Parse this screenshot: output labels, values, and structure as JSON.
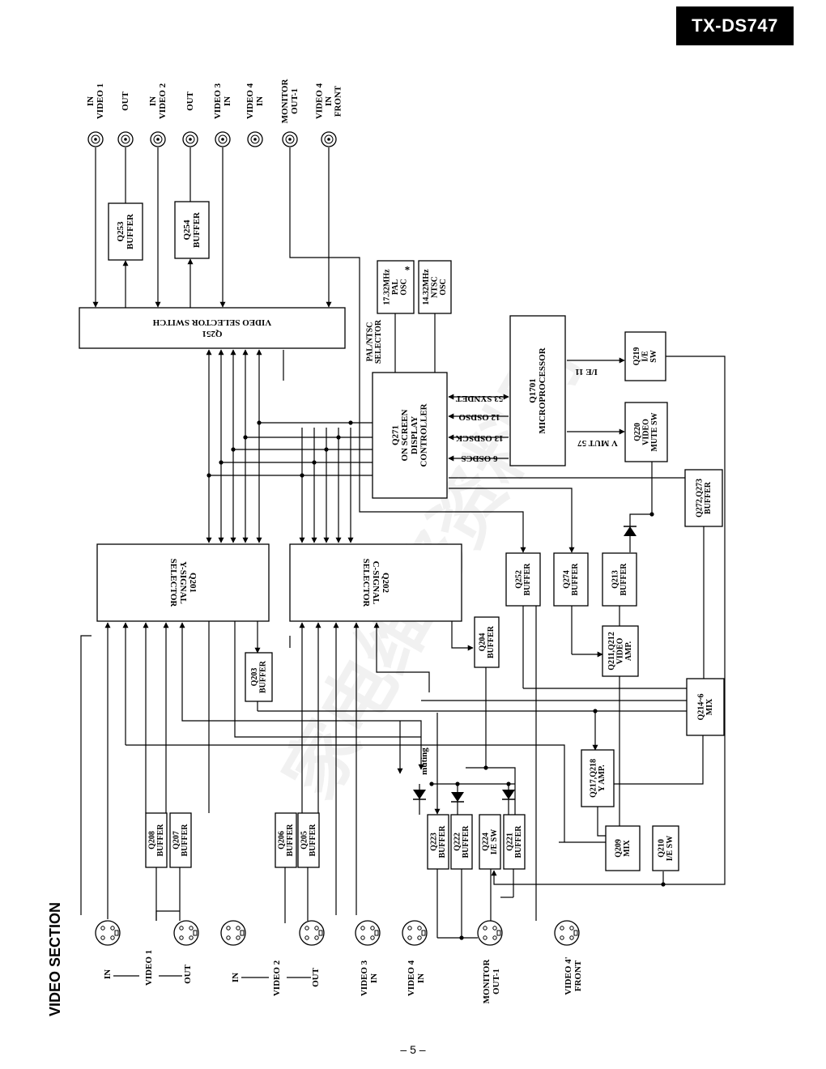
{
  "header": {
    "model": "TX-DS747"
  },
  "section_title": "VIDEO SECTION",
  "page_number": "– 5 –",
  "top_jacks": [
    {
      "lines": [
        "IN",
        "VIDEO 1"
      ]
    },
    {
      "lines": [
        "OUT"
      ]
    },
    {
      "lines": [
        "IN",
        "VIDEO 2"
      ]
    },
    {
      "lines": [
        "OUT"
      ]
    },
    {
      "lines": [
        "VIDEO 3",
        "IN"
      ]
    },
    {
      "lines": [
        "VIDEO 4",
        "IN"
      ]
    },
    {
      "lines": [
        "MONITOR",
        "OUT-1"
      ]
    },
    {
      "lines": [
        "VIDEO 4",
        "IN",
        "FRONT"
      ]
    }
  ],
  "blocks": {
    "q251": [
      "Q251",
      "VIDEO SELECTOR SWITCH"
    ],
    "q253": [
      "Q253",
      "BUFFER"
    ],
    "q254": [
      "Q254",
      "BUFFER"
    ],
    "pal_osc": [
      "17.32MHz",
      "PAL",
      "OSC"
    ],
    "pal_star": "*",
    "ntsc_osc": [
      "14.32MHz",
      "NTSC",
      "OSC"
    ],
    "pal_ntsc_selector": [
      "PAL/NTSC",
      "SELECTOR"
    ],
    "q271": [
      "Q271",
      "ON SCREEN",
      "DISPLAY",
      "CONTROLLER"
    ],
    "q1701": [
      "Q1701",
      "MICROPROCESSOR"
    ],
    "q219": [
      "Q219",
      "I/E",
      "SW"
    ],
    "q220": [
      "Q220",
      "VIDEO",
      "MUTE SW"
    ],
    "q272": [
      "Q272,Q273",
      "BUFFER"
    ],
    "q201": [
      "Q201",
      "Y-SIGNAL",
      "SELECTOR"
    ],
    "q202": [
      "Q202",
      "C-SIGNAL",
      "SELECTOR"
    ],
    "q252": [
      "Q252",
      "BUFFER"
    ],
    "q274": [
      "Q274",
      "BUFFER"
    ],
    "q213": [
      "Q213",
      "BUFFER"
    ],
    "q211": [
      "Q211,Q212",
      "VIDEO",
      "AMP."
    ],
    "q203": [
      "Q203",
      "BUFFER"
    ],
    "q204": [
      "Q204",
      "BUFFER"
    ],
    "q214": [
      "Q214~6",
      "MIX"
    ],
    "q217": [
      "Q217,Q218",
      "Y AMP."
    ],
    "q209": [
      "Q209",
      "MIX"
    ],
    "q210": [
      "Q210",
      "I/E SW"
    ],
    "q208": [
      "Q208",
      "BUFFER"
    ],
    "q207": [
      "Q207",
      "BUFFER"
    ],
    "q206": [
      "Q206",
      "BUFFER"
    ],
    "q205": [
      "Q205",
      "BUFFER"
    ],
    "q223": [
      "Q223",
      "BUFFER"
    ],
    "q222": [
      "Q222",
      "BUFFER"
    ],
    "q224": [
      "Q224",
      "I/E SW"
    ],
    "q221": [
      "Q221",
      "BUFFER"
    ]
  },
  "signals": {
    "synd": "53 SYNDET",
    "osdso": "12 OSDSO",
    "osdsck": "13 OSDSCK",
    "osdcs": "6 OSDCS",
    "ie": "I/E 11",
    "vmut": "V MUT 57",
    "muting": "muting"
  },
  "bottom_jack_labels": {
    "v1": [
      "IN",
      "VIDEO 1",
      "OUT"
    ],
    "v2": [
      "IN",
      "VIDEO 2",
      "OUT"
    ],
    "v3": [
      "VIDEO 3",
      "IN"
    ],
    "v4": [
      "VIDEO 4",
      "IN"
    ],
    "mon": [
      "MONITOR",
      "OUT-1"
    ],
    "front": [
      "VIDEO 4'",
      "FRONT"
    ]
  },
  "watermark": "家电维修资料网"
}
